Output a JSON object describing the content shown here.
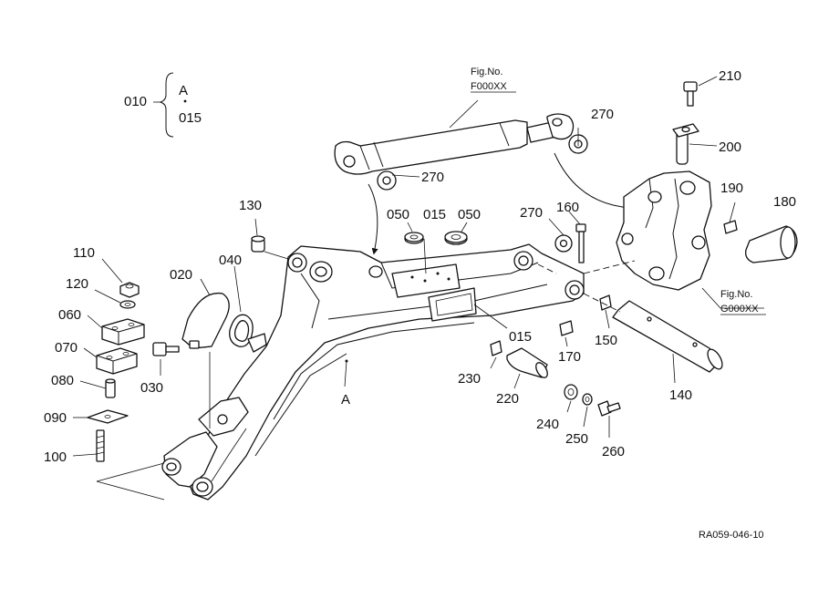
{
  "diagram": {
    "labels": {
      "p010": "010",
      "pA_top": "A",
      "p015_top": "015",
      "p020": "020",
      "p030": "030",
      "p040": "040",
      "p050a": "050",
      "p015_mid": "015",
      "p050b": "050",
      "p060": "060",
      "p070": "070",
      "p080": "080",
      "p090": "090",
      "p100": "100",
      "p110": "110",
      "p120": "120",
      "p130": "130",
      "p140": "140",
      "p150": "150",
      "p160": "160",
      "p170": "170",
      "p180": "180",
      "p190": "190",
      "p200": "200",
      "p210": "210",
      "p220": "220",
      "p230": "230",
      "p240": "240",
      "p250": "250",
      "p260": "260",
      "p270a": "270",
      "p270b": "270",
      "p270c": "270",
      "p015_low": "015",
      "pA_arm": "A"
    },
    "fig_refs": {
      "f_label": "Fig.No.",
      "f_code": "F000XX",
      "g_label": "Fig.No.",
      "g_code": "G000XX"
    },
    "drawing_code": "RA059-046-10"
  }
}
